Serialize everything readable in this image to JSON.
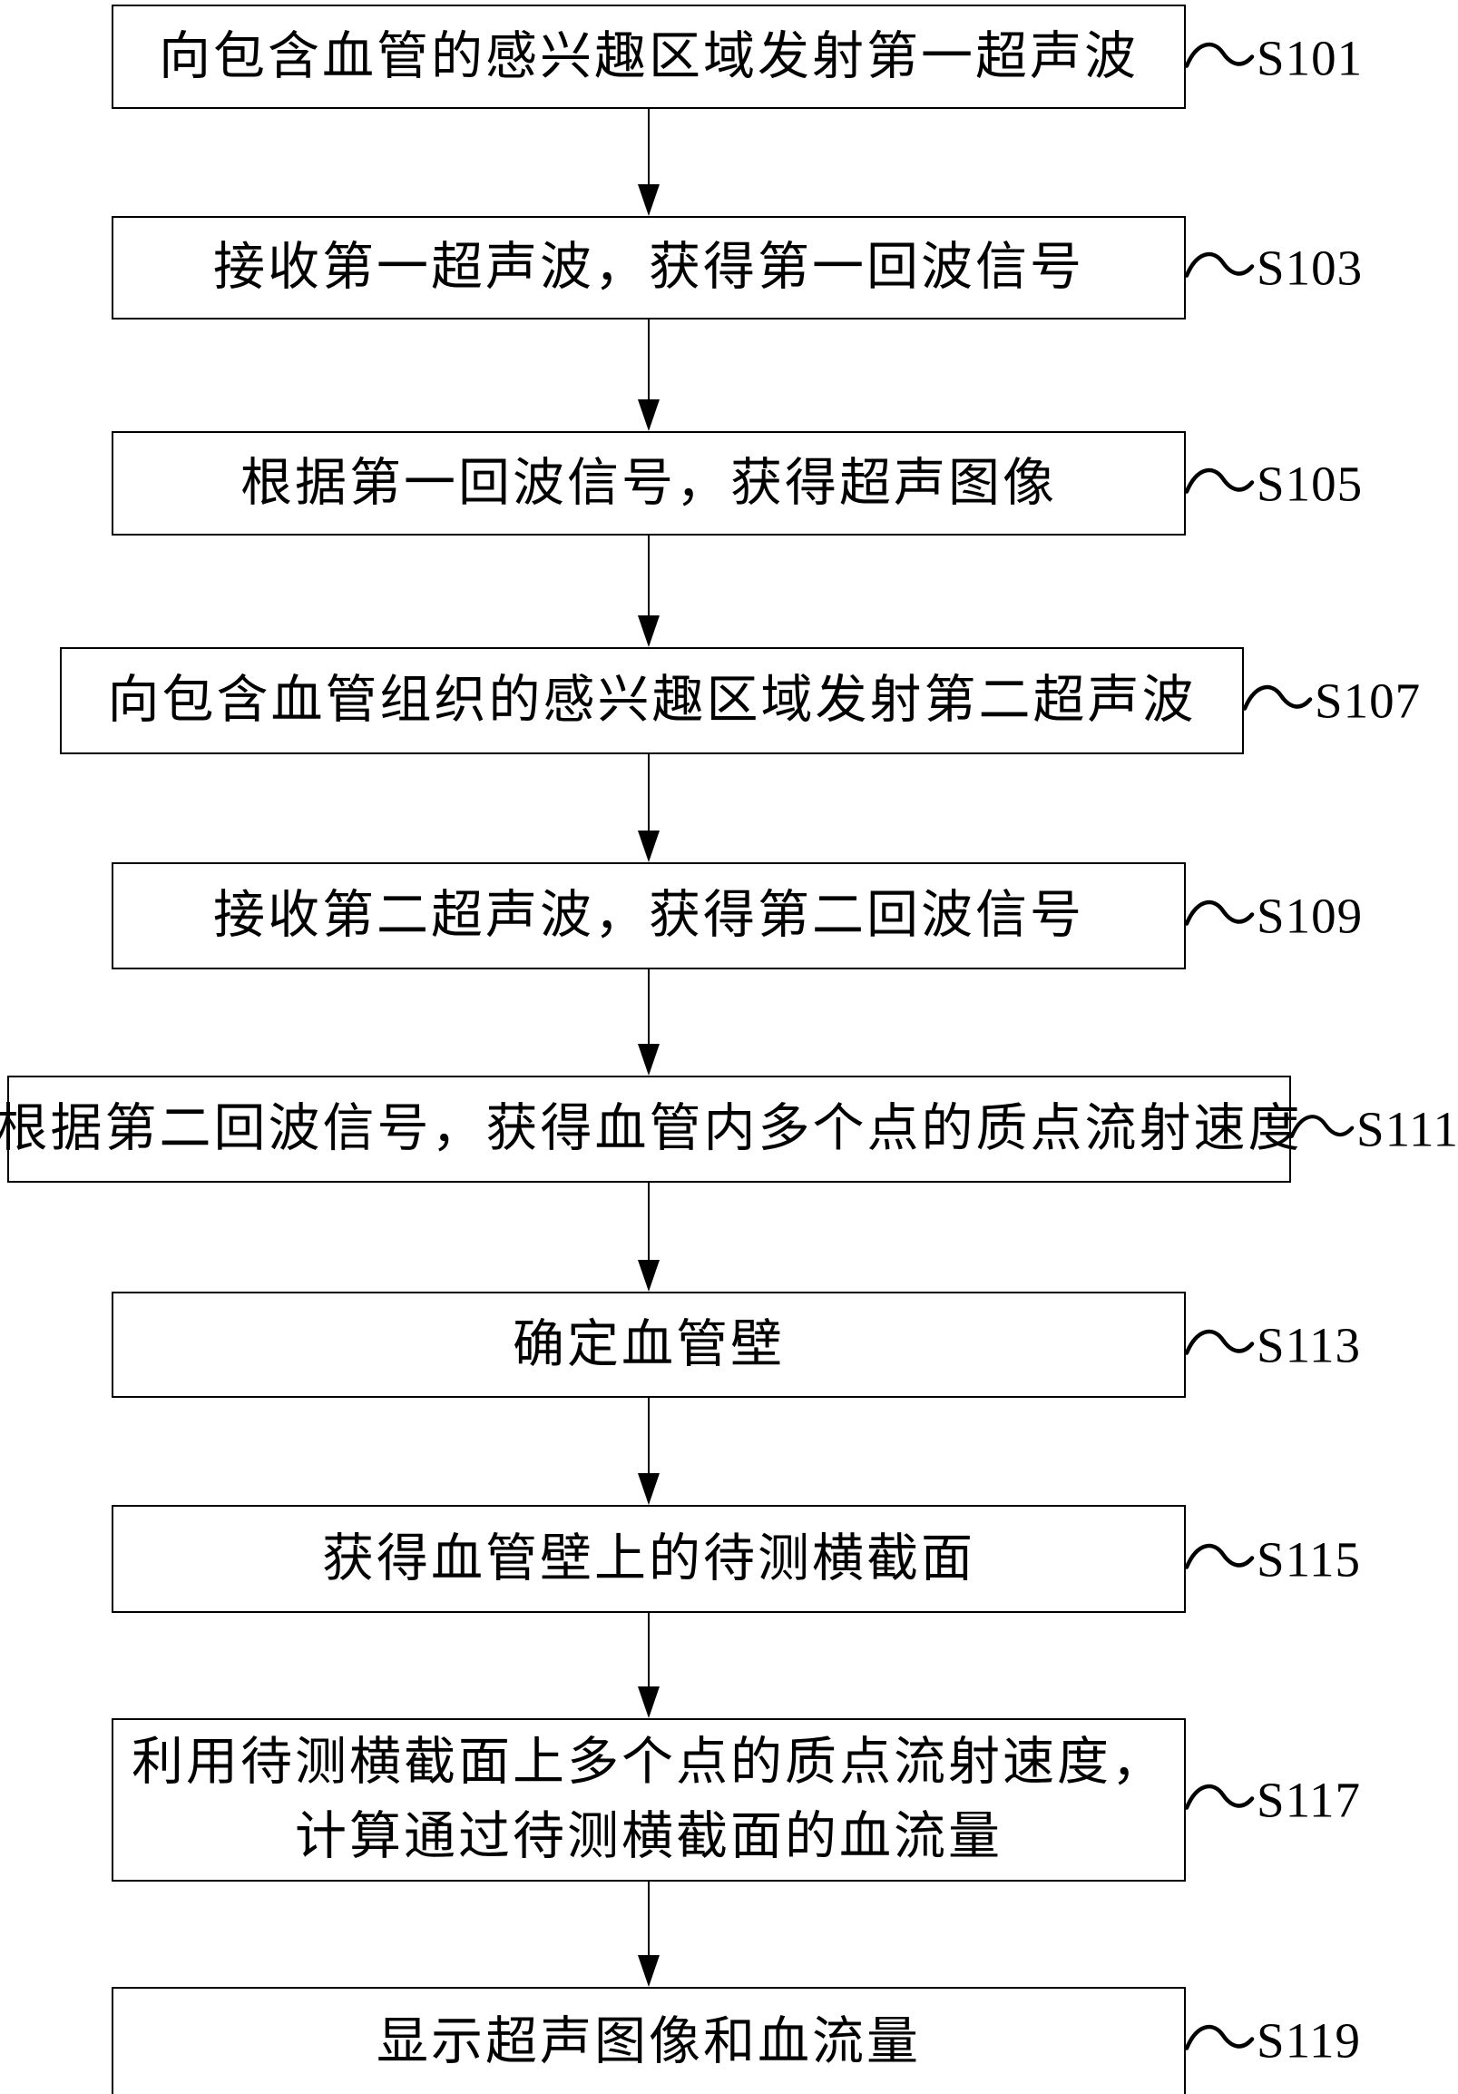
{
  "figure_type": "flowchart",
  "colors": {
    "background": "#ffffff",
    "line": "#000000",
    "text": "#000000"
  },
  "connector": {
    "icon": "tilde-wave-icon",
    "glyph": "〜"
  },
  "flow": {
    "steps": [
      {
        "id": "S101",
        "lines": [
          "向包含血管的感兴趣区域发射第一超声波"
        ]
      },
      {
        "id": "S103",
        "lines": [
          "接收第一超声波，获得第一回波信号"
        ]
      },
      {
        "id": "S105",
        "lines": [
          "根据第一回波信号，获得超声图像"
        ]
      },
      {
        "id": "S107",
        "lines": [
          "向包含血管组织的感兴趣区域发射第二超声波"
        ]
      },
      {
        "id": "S109",
        "lines": [
          "接收第二超声波，获得第二回波信号"
        ]
      },
      {
        "id": "S111",
        "lines": [
          "根据第二回波信号，获得血管内多个点的质点流射速度"
        ]
      },
      {
        "id": "S113",
        "lines": [
          "确定血管壁"
        ]
      },
      {
        "id": "S115",
        "lines": [
          "获得血管壁上的待测横截面"
        ]
      },
      {
        "id": "S117",
        "lines": [
          "利用待测横截面上多个点的质点流射速度，",
          "计算通过待测横截面的血流量"
        ]
      },
      {
        "id": "S119",
        "lines": [
          "显示超声图像和血流量"
        ]
      }
    ]
  }
}
